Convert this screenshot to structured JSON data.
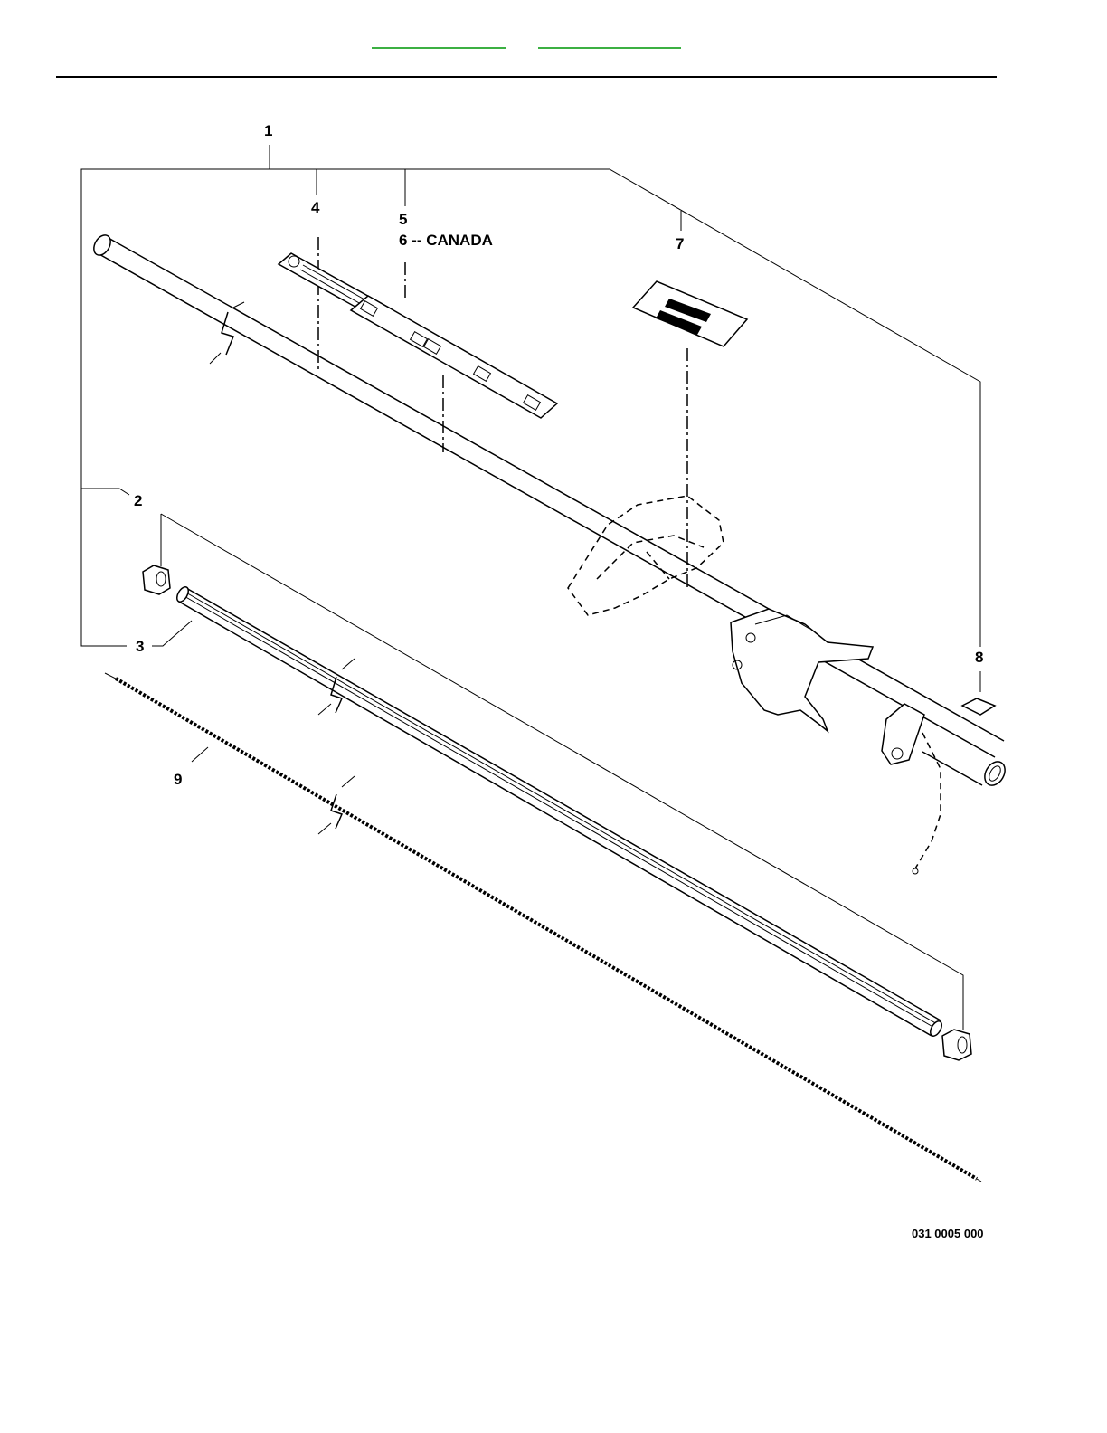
{
  "header": {
    "links": [
      "",
      ""
    ],
    "colors": {
      "link_underline": "#3cb043",
      "rule": "#000000"
    }
  },
  "diagram": {
    "callouts": {
      "c1": "1",
      "c2": "2",
      "c3": "3",
      "c4": "4",
      "c5": "5",
      "c6": "6 -- CANADA",
      "c7": "7",
      "c8": "8",
      "c9": "9"
    },
    "drawing_number": "031 0005 000"
  }
}
